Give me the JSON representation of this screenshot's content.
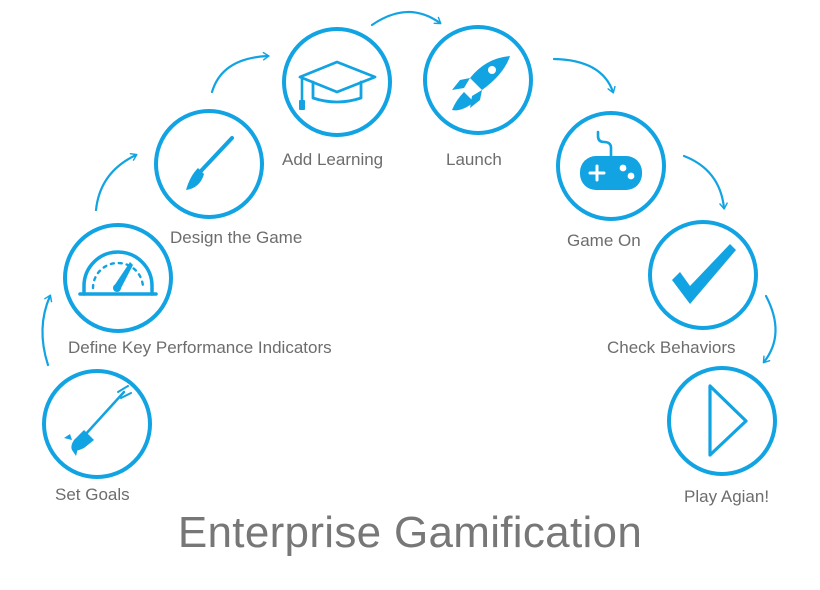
{
  "title": "Enterprise Gamification",
  "accent_color": "#12a3e2",
  "text_color": "#6d6d6d",
  "steps": [
    {
      "label": "Set Goals",
      "icon": "dart-icon"
    },
    {
      "label": "Define Key Performance Indicators",
      "icon": "speedometer-icon"
    },
    {
      "label": "Design the Game",
      "icon": "paintbrush-icon"
    },
    {
      "label": "Add Learning",
      "icon": "graduation-cap-icon"
    },
    {
      "label": "Launch",
      "icon": "rocket-icon"
    },
    {
      "label": "Game On",
      "icon": "gamepad-icon"
    },
    {
      "label": "Check Behaviors",
      "icon": "checkmark-icon"
    },
    {
      "label": "Play Agian!",
      "icon": "play-icon"
    }
  ]
}
